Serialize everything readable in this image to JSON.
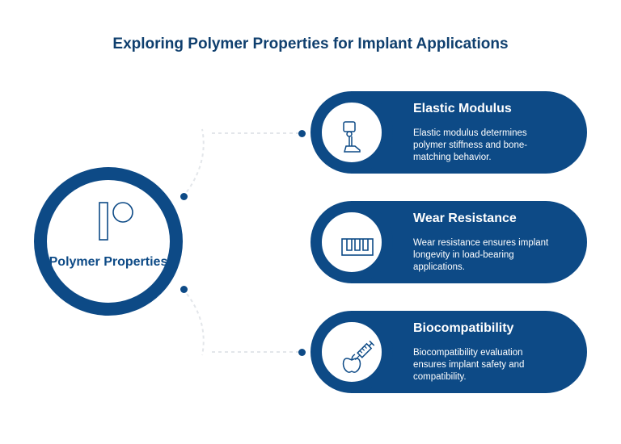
{
  "title": "Exploring Polymer Properties for Implant Applications",
  "hub": {
    "label": "Polymer Properties",
    "icon": "polymer-p-icon"
  },
  "colors": {
    "primary": "#0d4a86",
    "title": "#0f3f6e",
    "connector": "#e3e6ea"
  },
  "properties": [
    {
      "title": "Elastic Modulus",
      "description": "Elastic modulus determines polymer stiffness and bone-matching behavior.",
      "icon": "prosthetic-leg-icon"
    },
    {
      "title": "Wear Resistance",
      "description": "Wear resistance ensures implant longevity in load-bearing applications.",
      "icon": "wear-pattern-icon"
    },
    {
      "title": "Biocompatibility",
      "description": "Biocompatibility evaluation ensures implant safety and compatibility.",
      "icon": "syringe-apple-icon"
    }
  ]
}
